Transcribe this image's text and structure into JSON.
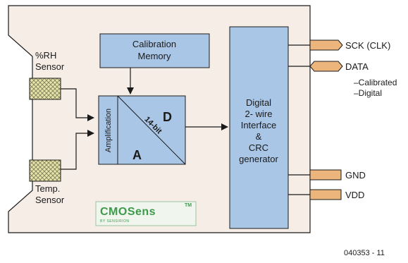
{
  "sensors": {
    "rh_line1": "%RH",
    "rh_line2": "Sensor",
    "temp_line1": "Temp.",
    "temp_line2": "Sensor"
  },
  "blocks": {
    "calibration_line1": "Calibration",
    "calibration_line2": "Memory",
    "amplification": "Amplification",
    "adc_bits": "14-bit",
    "adc_d": "D",
    "adc_a": "A",
    "digital_lines": [
      "Digital",
      "2- wire",
      "Interface",
      "&",
      "CRC",
      "generator"
    ]
  },
  "pins": {
    "sck": "SCK (CLK)",
    "data": "DATA",
    "data_note_1": "–Calibrated",
    "data_note_2": "–Digital",
    "gnd": "GND",
    "vdd": "VDD"
  },
  "logo": {
    "brand": "CMOSens",
    "trademark": "TM",
    "tagline": "BY SENSIRION"
  },
  "figure_id": "040353 - 11",
  "colors": {
    "chip_fill": "#f5ede6",
    "block_fill": "#a9c6e6",
    "pin_fill": "#ecb57b",
    "logo_green": "#3d9a4a",
    "sensor_pattern": "#e6e2a0"
  }
}
